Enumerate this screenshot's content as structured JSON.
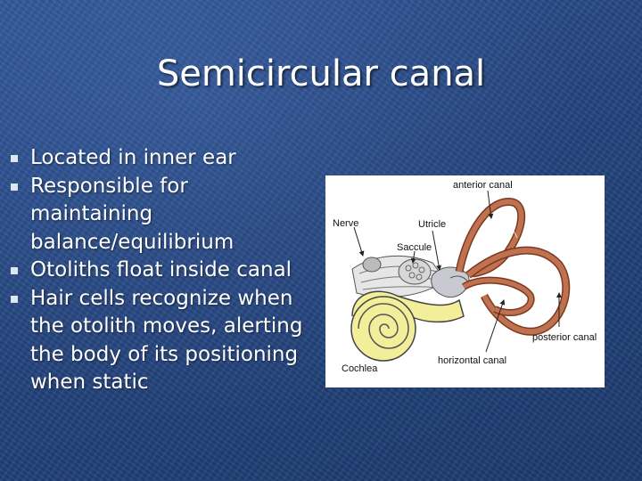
{
  "slide": {
    "title": "Semicircular canal",
    "bullets": [
      "Located in inner ear",
      "Responsible for maintaining balance/equilibrium",
      "Otoliths float inside canal",
      "Hair cells recognize when the otolith moves, alerting the body of its positioning when static"
    ]
  },
  "diagram": {
    "labels": {
      "anterior_canal": "anterior canal",
      "nerve": "Nerve",
      "utricle": "Utricle",
      "saccule": "Saccule",
      "posterior_canal": "posterior canal",
      "cochlea": "Cochlea",
      "horizontal_canal": "horizontal canal"
    }
  },
  "colors": {
    "background": "#24457f",
    "canal": "#c0714f",
    "cochlea": "#f3ee9a",
    "text": "#ffffff"
  }
}
